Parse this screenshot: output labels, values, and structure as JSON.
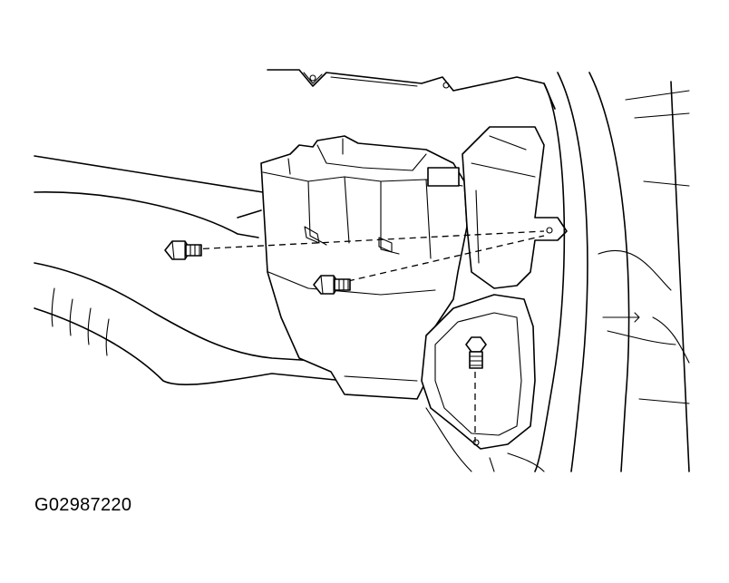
{
  "figure": {
    "code": "G02987220"
  },
  "parts": {
    "bolts": [
      {
        "name": "bolt",
        "icon": "hex-flange-bolt-icon"
      },
      {
        "name": "bolt",
        "icon": "hex-flange-bolt-icon"
      },
      {
        "name": "bolt",
        "icon": "hex-flange-bolt-icon"
      }
    ]
  },
  "colors": {
    "line": "#000000",
    "background": "#ffffff"
  }
}
